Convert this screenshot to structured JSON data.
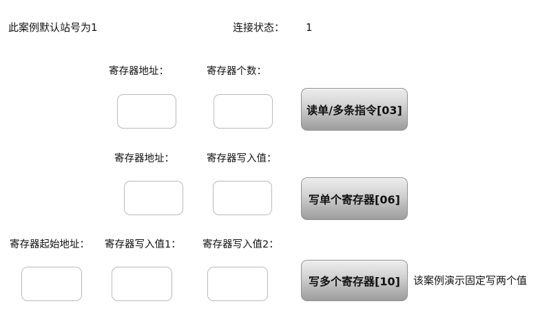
{
  "header": {
    "station_note": "此案例默认站号为1",
    "status_label": "连接状态：",
    "status_value": "1"
  },
  "rows": [
    {
      "labels": [
        "寄存器地址：",
        "寄存器个数："
      ],
      "inputs": [
        {
          "name": "register-address-input",
          "value": "",
          "placeholder": ""
        },
        {
          "name": "register-count-input",
          "value": "",
          "placeholder": ""
        }
      ],
      "button": "读单/多条指令[03]"
    },
    {
      "labels": [
        "寄存器地址：",
        "寄存器写入值："
      ],
      "inputs": [
        {
          "name": "single-register-address-input",
          "value": "",
          "placeholder": ""
        },
        {
          "name": "single-register-value-input",
          "value": "",
          "placeholder": ""
        }
      ],
      "button": "写单个寄存器[06]"
    },
    {
      "labels": [
        "寄存器起始地址：",
        "寄存器写入值1：",
        "寄存器写入值2："
      ],
      "inputs": [
        {
          "name": "multi-register-start-address-input",
          "value": "",
          "placeholder": ""
        },
        {
          "name": "multi-register-value1-input",
          "value": "",
          "placeholder": ""
        },
        {
          "name": "multi-register-value2-input",
          "value": "",
          "placeholder": ""
        }
      ],
      "button": "写多个寄存器[10]",
      "note": "该案例演示固定写两个值"
    }
  ]
}
